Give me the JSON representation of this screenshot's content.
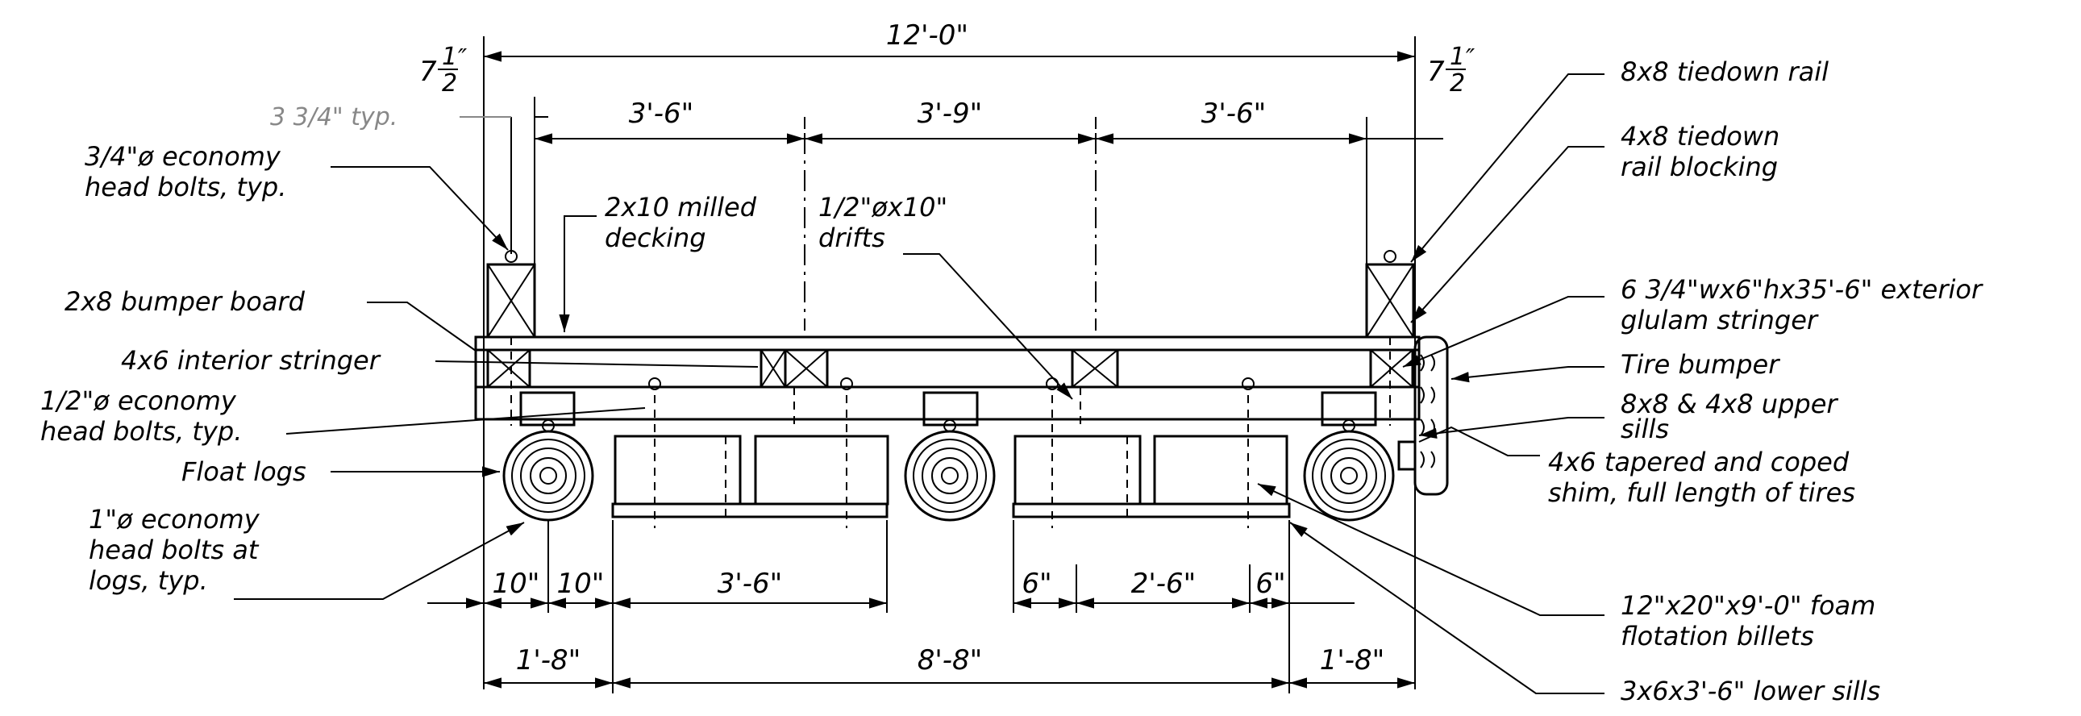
{
  "dimensions": {
    "overall": "12'-0\"",
    "left_edge_num": "7",
    "left_edge_frac_top": "1",
    "left_edge_frac_bot": "2",
    "right_edge_num": "7",
    "right_edge_frac_top": "1",
    "right_edge_frac_bot": "2",
    "span_left": "3'-6\"",
    "span_mid": "3'-9\"",
    "span_right": "3'-6\"",
    "typ_offset": "3 3/4\" typ.",
    "bottom_10a": "10\"",
    "bottom_10b": "10\"",
    "bottom_3_6": "3'-6\"",
    "bottom_6a": "6\"",
    "bottom_2_6": "2'-6\"",
    "bottom_6b": "6\"",
    "total_left": "1'-8\"",
    "total_mid": "8'-8\"",
    "total_right": "1'-8\""
  },
  "callouts": {
    "economy_bolts_l1": "3/4\"ø economy",
    "economy_bolts_l2": "head bolts, typ.",
    "decking_l1": "2x10 milled",
    "decking_l2": "decking",
    "drifts_l1": "1/2\"øx10\"",
    "drifts_l2": "drifts",
    "bumper_board": "2x8 bumper board",
    "interior_stringer": "4x6 interior stringer",
    "half_bolts_l1": "1/2\"ø economy",
    "half_bolts_l2": "head bolts, typ.",
    "float_logs": "Float logs",
    "one_inch_l1": "1\"ø economy",
    "one_inch_l2": "head bolts at",
    "one_inch_l3": "logs, typ.",
    "tiedown_rail": "8x8 tiedown rail",
    "rail_blocking_l1": "4x8 tiedown",
    "rail_blocking_l2": "rail blocking",
    "glulam_l1": "6 3/4\"wx6\"hx35'-6\" exterior",
    "glulam_l2": "glulam stringer",
    "tire_bumper": "Tire bumper",
    "upper_sills_l1": "8x8 & 4x8 upper",
    "upper_sills_l2": "sills",
    "shim_l1": "4x6 tapered and coped",
    "shim_l2": "shim, full length of tires",
    "foam_l1": "12\"x20\"x9'-0\" foam",
    "foam_l2": "flotation billets",
    "lower_sills": "3x6x3'-6\" lower sills"
  }
}
